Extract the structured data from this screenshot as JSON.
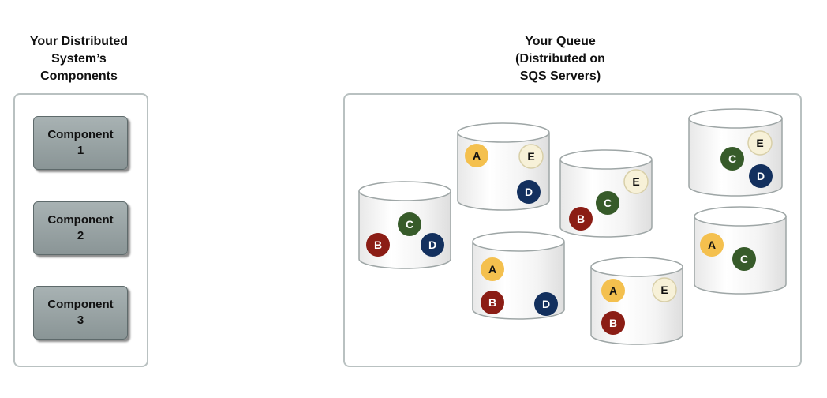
{
  "left_title": "Your Distributed\nSystem’s\nComponents",
  "right_title": "Your Queue\n(Distributed on\nSQS Servers)",
  "components": [
    "Component\n1",
    "Component\n2",
    "Component\n3"
  ],
  "message_colors": {
    "A": {
      "fill": "#f4c04e",
      "text": "#111111"
    },
    "B": {
      "fill": "#8b1d15",
      "text": "#ffffff"
    },
    "C": {
      "fill": "#375b2a",
      "text": "#ffffff"
    },
    "D": {
      "fill": "#13305e",
      "text": "#ffffff"
    },
    "E": {
      "fill": "#f7f1d8",
      "text": "#111111"
    }
  },
  "servers": [
    {
      "messages": [
        "A",
        "E",
        "D"
      ]
    },
    {
      "messages": [
        "E",
        "C",
        "B"
      ]
    },
    {
      "messages": [
        "E",
        "C",
        "D"
      ]
    },
    {
      "messages": [
        "C",
        "B",
        "D"
      ]
    },
    {
      "messages": [
        "A",
        "B",
        "D"
      ]
    },
    {
      "messages": [
        "A",
        "E",
        "B"
      ]
    },
    {
      "messages": [
        "A",
        "C"
      ]
    }
  ]
}
